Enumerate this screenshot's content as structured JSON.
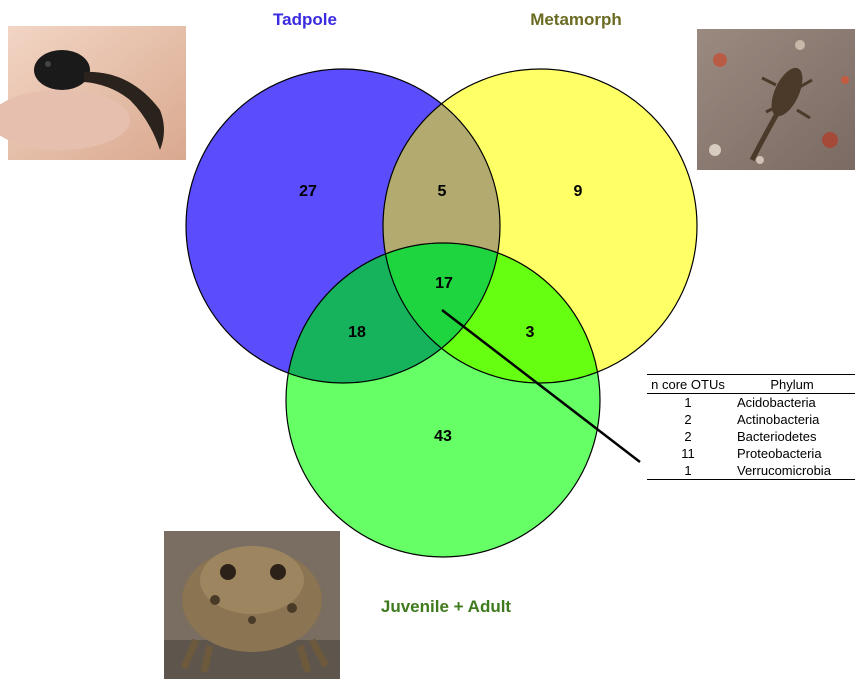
{
  "sets": {
    "tadpole": {
      "label": "Tadpole",
      "color": "#5b4dfb",
      "label_color": "#3a2be0"
    },
    "metamorph": {
      "label": "Metamorph",
      "color": "#ffff66",
      "label_color": "#6b6b24"
    },
    "juvenile_adult": {
      "label": "Juvenile + Adult",
      "color": "#66ff66",
      "label_color": "#3f7a1e"
    }
  },
  "regions": {
    "tadpole_only": "27",
    "tadpole_metamorph": "5",
    "metamorph_only": "9",
    "all_three": "17",
    "tadpole_juvenile": "18",
    "metamorph_juvenile": "3",
    "juvenile_only": "43"
  },
  "core_table": {
    "headers": [
      "n core OTUs",
      "Phylum"
    ],
    "rows": [
      {
        "n": "1",
        "phylum": "Acidobacteria"
      },
      {
        "n": "2",
        "phylum": "Actinobacteria"
      },
      {
        "n": "2",
        "phylum": "Bacteriodetes"
      },
      {
        "n": "11",
        "phylum": "Proteobacteria"
      },
      {
        "n": "1",
        "phylum": "Verrucomicrobia"
      }
    ]
  },
  "photos": {
    "tadpole": "tadpole-photo",
    "metamorph": "metamorph-photo",
    "toad": "toad-photo"
  }
}
